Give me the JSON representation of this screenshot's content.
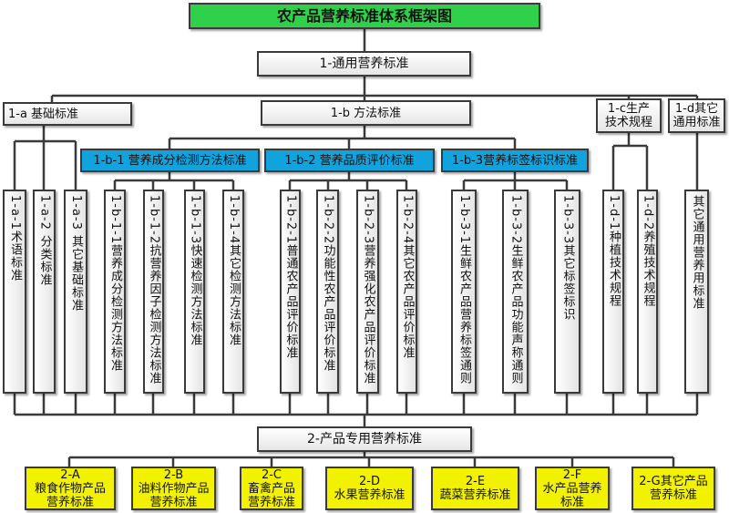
{
  "title": "农产品营养标准体系框架图",
  "level1": {
    "general": "1-通用营养标准",
    "basic": "1-a 基础标准",
    "method": "1-b 方法标准",
    "production": "1-c生产\n技术规程",
    "other_general": "1-d其它\n通用标准"
  },
  "method_groups": [
    "1-b-1 营养成分检测方法标准",
    "1-b-2 营养品质评价标准",
    "1-b-3营养标签标识标准"
  ],
  "leaves": [
    "1-a-1术语标准",
    "1-a-2 分类标准",
    "1-a-3 其它基础标准",
    "1-b-1-1营养成分检测方法标准",
    "1-b-1-2抗营养因子检测方法标准",
    "1-b-1-3快速检测方法标准",
    "1-b-1-4其它检测方法标准",
    "1-b-2-1普通农产品评价标准",
    "1-b-2-2功能性农产品评价标准",
    "1-b-2-3营养强化农产品评价标准",
    "1-b-2-4其它农产品评价标准",
    "1-b-3-1生鲜农产品营养标签通则",
    "1-b-3-2生鲜农产品功能声称通则",
    "1-b-3-3其它标签标识",
    "1-d-1种植技术规程",
    "1-d-2养殖技术规程",
    "其它通用营养用标准"
  ],
  "level2": {
    "title": "2-产品专用营养标准",
    "items": [
      "2-A\n粮食作物产品\n营养标准",
      "2-B\n油料作物产品\n营养标准",
      "2-C\n畜禽产品\n营养标准",
      "2-D\n水果营养标准",
      "2-E\n蔬菜营养标准",
      "2-F\n水产品营养\n标准",
      "2-G其它产品\n营养标准"
    ]
  },
  "colors": {
    "title": "#2fd14a",
    "group": "#11a3dd",
    "product": "#f2f200",
    "line": "#3a3a3a"
  }
}
